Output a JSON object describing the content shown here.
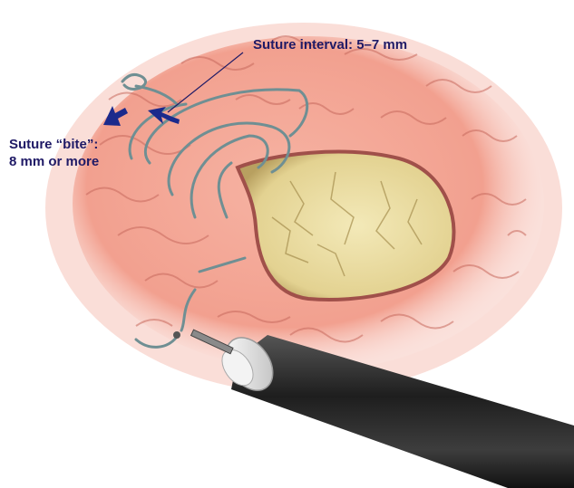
{
  "annotations": {
    "interval": "Suture interval: 5–7 mm",
    "bite_line1": "Suture “bite”:",
    "bite_line2": "8 mm or more"
  },
  "colors": {
    "label_text": "#1f1a66",
    "arrow": "#1b2a8c",
    "tissue": "#f2a08f",
    "tissue_fold": "#c86a5e",
    "defect": "#e9dca0",
    "suture": "#6f8f93",
    "scope_body": "#2a2a2a",
    "scope_ring": "#e8e8e8"
  }
}
